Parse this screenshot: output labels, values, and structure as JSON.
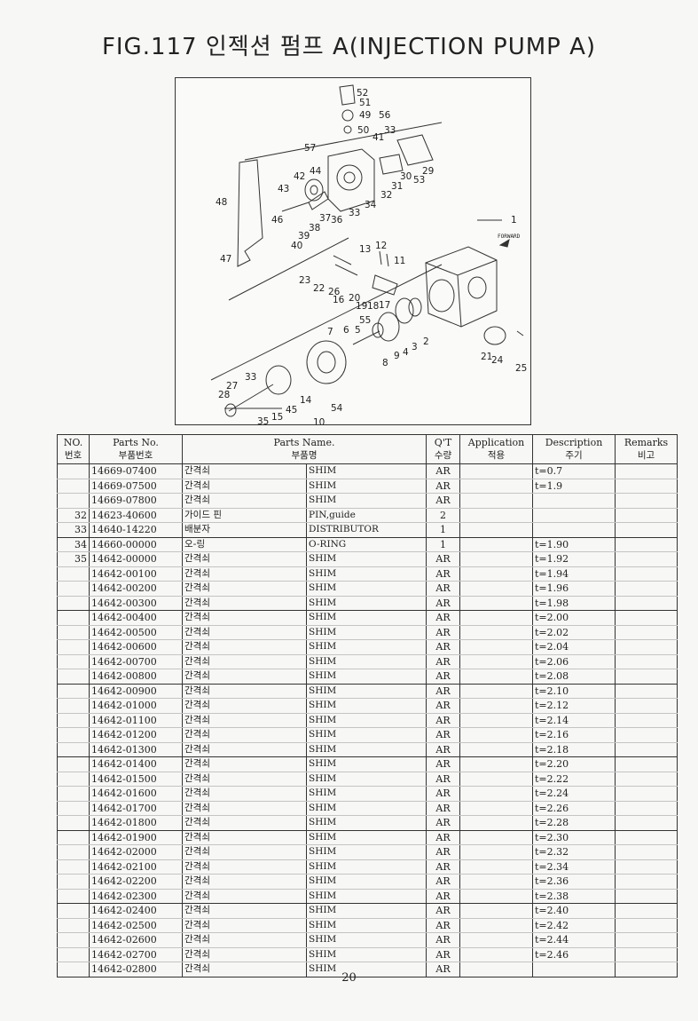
{
  "title": "FIG.117 인젝션 펌프 A(INJECTION PUMP A)",
  "diagram": {
    "forward_label": "FORWARD",
    "callouts": [
      "52",
      "51",
      "49",
      "56",
      "50",
      "33",
      "41",
      "57",
      "42",
      "44",
      "30",
      "29",
      "53",
      "31",
      "43",
      "32",
      "34",
      "48",
      "33",
      "37",
      "36",
      "38",
      "46",
      "39",
      "40",
      "1",
      "47",
      "13",
      "12",
      "11",
      "23",
      "22",
      "26",
      "16",
      "20",
      "19",
      "18",
      "17",
      "55",
      "7",
      "6",
      "5",
      "2",
      "3",
      "4",
      "9",
      "8",
      "21",
      "24",
      "25",
      "33",
      "27",
      "28",
      "14",
      "45",
      "54",
      "35",
      "15",
      "10"
    ]
  },
  "table": {
    "headers": {
      "no": "NO.",
      "no_ko": "번호",
      "part_no": "Parts No.",
      "part_no_ko": "부품번호",
      "part_name": "Parts Name.",
      "part_name_ko": "부품명",
      "qty": "Q'T",
      "qty_ko": "수량",
      "application": "Application",
      "application_ko": "적용",
      "description": "Description",
      "description_ko": "주기",
      "remarks": "Remarks",
      "remarks_ko": "비고"
    },
    "rows": [
      {
        "no": "",
        "part_no": "14669-07400",
        "name_ko": "간격쇠",
        "name_en": "SHIM",
        "qty": "AR",
        "app": "",
        "desc": "t=0.7",
        "rem": ""
      },
      {
        "no": "",
        "part_no": "14669-07500",
        "name_ko": "간격쇠",
        "name_en": "SHIM",
        "qty": "AR",
        "app": "",
        "desc": "t=1.9",
        "rem": ""
      },
      {
        "no": "",
        "part_no": "14669-07800",
        "name_ko": "간격쇠",
        "name_en": "SHIM",
        "qty": "AR",
        "app": "",
        "desc": "",
        "rem": ""
      },
      {
        "no": "32",
        "part_no": "14623-40600",
        "name_ko": "가이드 핀",
        "name_en": "PIN,guide",
        "qty": "2",
        "app": "",
        "desc": "",
        "rem": ""
      },
      {
        "no": "33",
        "part_no": "14640-14220",
        "name_ko": "배분자",
        "name_en": "DISTRIBUTOR",
        "qty": "1",
        "app": "",
        "desc": "",
        "rem": ""
      },
      {
        "no": "34",
        "part_no": "14660-00000",
        "name_ko": "오-링",
        "name_en": "O-RING",
        "qty": "1",
        "app": "",
        "desc": "t=1.90",
        "rem": ""
      },
      {
        "no": "35",
        "part_no": "14642-00000",
        "name_ko": "간격쇠",
        "name_en": "SHIM",
        "qty": "AR",
        "app": "",
        "desc": "t=1.92",
        "rem": ""
      },
      {
        "no": "",
        "part_no": "14642-00100",
        "name_ko": "간격쇠",
        "name_en": "SHIM",
        "qty": "AR",
        "app": "",
        "desc": "t=1.94",
        "rem": ""
      },
      {
        "no": "",
        "part_no": "14642-00200",
        "name_ko": "간격쇠",
        "name_en": "SHIM",
        "qty": "AR",
        "app": "",
        "desc": "t=1.96",
        "rem": ""
      },
      {
        "no": "",
        "part_no": "14642-00300",
        "name_ko": "간격쇠",
        "name_en": "SHIM",
        "qty": "AR",
        "app": "",
        "desc": "t=1.98",
        "rem": ""
      },
      {
        "no": "",
        "part_no": "14642-00400",
        "name_ko": "간격쇠",
        "name_en": "SHIM",
        "qty": "AR",
        "app": "",
        "desc": "t=2.00",
        "rem": ""
      },
      {
        "no": "",
        "part_no": "14642-00500",
        "name_ko": "간격쇠",
        "name_en": "SHIM",
        "qty": "AR",
        "app": "",
        "desc": "t=2.02",
        "rem": ""
      },
      {
        "no": "",
        "part_no": "14642-00600",
        "name_ko": "간격쇠",
        "name_en": "SHIM",
        "qty": "AR",
        "app": "",
        "desc": "t=2.04",
        "rem": ""
      },
      {
        "no": "",
        "part_no": "14642-00700",
        "name_ko": "간격쇠",
        "name_en": "SHIM",
        "qty": "AR",
        "app": "",
        "desc": "t=2.06",
        "rem": ""
      },
      {
        "no": "",
        "part_no": "14642-00800",
        "name_ko": "간격쇠",
        "name_en": "SHIM",
        "qty": "AR",
        "app": "",
        "desc": "t=2.08",
        "rem": ""
      },
      {
        "no": "",
        "part_no": "14642-00900",
        "name_ko": "간격쇠",
        "name_en": "SHIM",
        "qty": "AR",
        "app": "",
        "desc": "t=2.10",
        "rem": ""
      },
      {
        "no": "",
        "part_no": "14642-01000",
        "name_ko": "간격쇠",
        "name_en": "SHIM",
        "qty": "AR",
        "app": "",
        "desc": "t=2.12",
        "rem": ""
      },
      {
        "no": "",
        "part_no": "14642-01100",
        "name_ko": "간격쇠",
        "name_en": "SHIM",
        "qty": "AR",
        "app": "",
        "desc": "t=2.14",
        "rem": ""
      },
      {
        "no": "",
        "part_no": "14642-01200",
        "name_ko": "간격쇠",
        "name_en": "SHIM",
        "qty": "AR",
        "app": "",
        "desc": "t=2.16",
        "rem": ""
      },
      {
        "no": "",
        "part_no": "14642-01300",
        "name_ko": "간격쇠",
        "name_en": "SHIM",
        "qty": "AR",
        "app": "",
        "desc": "t=2.18",
        "rem": ""
      },
      {
        "no": "",
        "part_no": "14642-01400",
        "name_ko": "간격쇠",
        "name_en": "SHIM",
        "qty": "AR",
        "app": "",
        "desc": "t=2.20",
        "rem": ""
      },
      {
        "no": "",
        "part_no": "14642-01500",
        "name_ko": "간격쇠",
        "name_en": "SHIM",
        "qty": "AR",
        "app": "",
        "desc": "t=2.22",
        "rem": ""
      },
      {
        "no": "",
        "part_no": "14642-01600",
        "name_ko": "간격쇠",
        "name_en": "SHIM",
        "qty": "AR",
        "app": "",
        "desc": "t=2.24",
        "rem": ""
      },
      {
        "no": "",
        "part_no": "14642-01700",
        "name_ko": "간격쇠",
        "name_en": "SHIM",
        "qty": "AR",
        "app": "",
        "desc": "t=2.26",
        "rem": ""
      },
      {
        "no": "",
        "part_no": "14642-01800",
        "name_ko": "간격쇠",
        "name_en": "SHIM",
        "qty": "AR",
        "app": "",
        "desc": "t=2.28",
        "rem": ""
      },
      {
        "no": "",
        "part_no": "14642-01900",
        "name_ko": "간격쇠",
        "name_en": "SHIM",
        "qty": "AR",
        "app": "",
        "desc": "t=2.30",
        "rem": ""
      },
      {
        "no": "",
        "part_no": "14642-02000",
        "name_ko": "간격쇠",
        "name_en": "SHIM",
        "qty": "AR",
        "app": "",
        "desc": "t=2.32",
        "rem": ""
      },
      {
        "no": "",
        "part_no": "14642-02100",
        "name_ko": "간격쇠",
        "name_en": "SHIM",
        "qty": "AR",
        "app": "",
        "desc": "t=2.34",
        "rem": ""
      },
      {
        "no": "",
        "part_no": "14642-02200",
        "name_ko": "간격쇠",
        "name_en": "SHIM",
        "qty": "AR",
        "app": "",
        "desc": "t=2.36",
        "rem": ""
      },
      {
        "no": "",
        "part_no": "14642-02300",
        "name_ko": "간격쇠",
        "name_en": "SHIM",
        "qty": "AR",
        "app": "",
        "desc": "t=2.38",
        "rem": ""
      },
      {
        "no": "",
        "part_no": "14642-02400",
        "name_ko": "간격쇠",
        "name_en": "SHIM",
        "qty": "AR",
        "app": "",
        "desc": "t=2.40",
        "rem": ""
      },
      {
        "no": "",
        "part_no": "14642-02500",
        "name_ko": "간격쇠",
        "name_en": "SHIM",
        "qty": "AR",
        "app": "",
        "desc": "t=2.42",
        "rem": ""
      },
      {
        "no": "",
        "part_no": "14642-02600",
        "name_ko": "간격쇠",
        "name_en": "SHIM",
        "qty": "AR",
        "app": "",
        "desc": "t=2.44",
        "rem": ""
      },
      {
        "no": "",
        "part_no": "14642-02700",
        "name_ko": "간격쇠",
        "name_en": "SHIM",
        "qty": "AR",
        "app": "",
        "desc": "t=2.46",
        "rem": ""
      },
      {
        "no": "",
        "part_no": "14642-02800",
        "name_ko": "간격쇠",
        "name_en": "SHIM",
        "qty": "AR",
        "app": "",
        "desc": "",
        "rem": ""
      }
    ]
  },
  "page_number": "20",
  "colors": {
    "ink": "#1a1a1a",
    "paper": "#f7f7f5",
    "rule": "#333333"
  }
}
